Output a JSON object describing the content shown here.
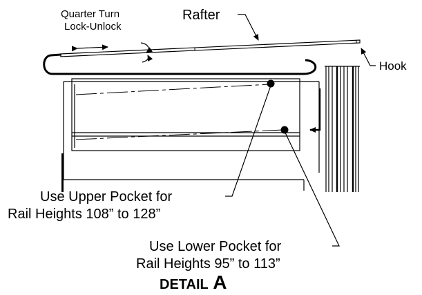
{
  "labels": {
    "quarter_turn_line1": "Quarter Turn",
    "quarter_turn_line2": "Lock-Unlock",
    "rafter": "Rafter",
    "hook": "Hook",
    "upper_pocket_line1": "Use Upper Pocket for",
    "upper_pocket_line2": "Rail Heights 108” to 128”",
    "lower_pocket_line1": "Use Lower Pocket for",
    "lower_pocket_line2": "Rail Heights 95” to 113”",
    "detail_word": "DETAIL",
    "detail_letter": "A"
  }
}
